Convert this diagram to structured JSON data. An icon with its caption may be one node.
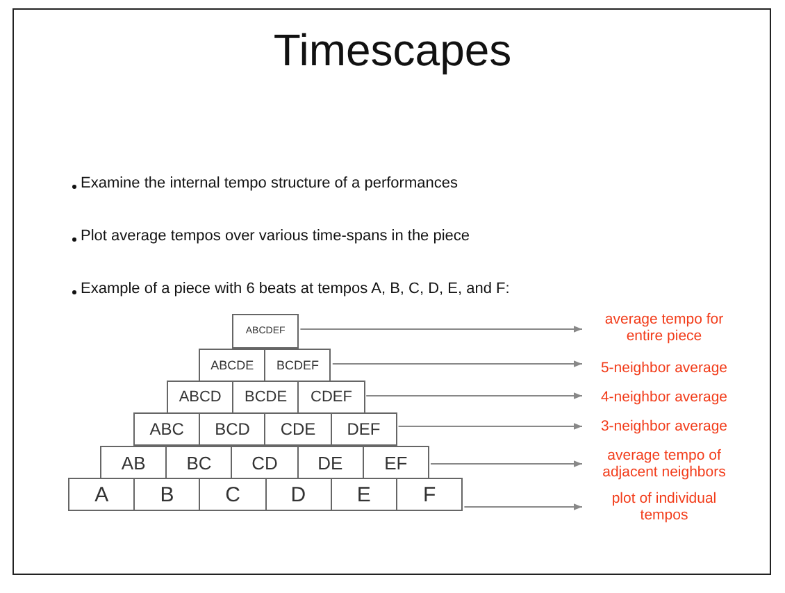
{
  "diagram": {
    "title": "Timescapes",
    "nodes": [
      {
        "text": [
          "ABCDEF"
        ]
      },
      {
        "text": [
          "ABCDE"
        ]
      },
      {
        "text": [
          "BCDEF"
        ]
      },
      {
        "text": [
          "ABCD"
        ]
      },
      {
        "text": [
          "BCDE"
        ]
      },
      {
        "text": [
          "CDEF"
        ]
      },
      {
        "text": [
          "ABC"
        ]
      },
      {
        "text": [
          "BCD"
        ]
      },
      {
        "text": [
          "CDE"
        ]
      },
      {
        "text": [
          "DEF"
        ]
      },
      {
        "text": [
          "AB"
        ]
      },
      {
        "text": [
          "BC"
        ]
      },
      {
        "text": [
          "CD"
        ]
      },
      {
        "text": [
          "DE"
        ]
      },
      {
        "text": [
          "EF"
        ]
      },
      {
        "text": [
          "A"
        ]
      },
      {
        "text": [
          "B"
        ]
      },
      {
        "text": [
          "C"
        ]
      },
      {
        "text": [
          "D"
        ]
      },
      {
        "text": [
          "E"
        ]
      },
      {
        "text": [
          "F"
        ]
      },
      {
        "text": [
          "average tempo for entire piece"
        ]
      },
      {
        "text": [
          "5-neighbor average"
        ]
      },
      {
        "text": [
          "4-neighbor average"
        ]
      },
      {
        "text": [
          "3-neighbor average"
        ]
      },
      {
        "text": [
          "average tempo of adjacent neighbors"
        ]
      },
      {
        "text": [
          "plot of individual tempos"
        ]
      }
    ],
    "edges": [
      {
        "from": 0,
        "to": 21,
        "arrow": "to"
      },
      {
        "from": 2,
        "to": 22,
        "arrow": "to"
      },
      {
        "from": 5,
        "to": 23,
        "arrow": "to"
      },
      {
        "from": 9,
        "to": 24,
        "arrow": "to"
      },
      {
        "from": 14,
        "to": 25,
        "arrow": "to"
      },
      {
        "from": 20,
        "to": 26,
        "arrow": "to"
      }
    ],
    "labels": [
      "Examine the internal tempo structure of a performances",
      "Plot average tempos over various time-spans in the piece",
      "Example of a piece with 6 beats at tempos A, B, C, D, E, and F:"
    ]
  }
}
